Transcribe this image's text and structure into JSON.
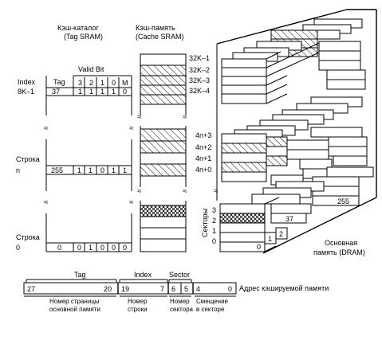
{
  "headers": {
    "tag_sram": [
      "Кэш-каталог",
      "(Tag SRAM)"
    ],
    "cache_sram": [
      "Кэш-память",
      "(Cache SRAM)"
    ],
    "valid_bit": "Valid Bit"
  },
  "tag_table": {
    "col_index": "Index",
    "col_tag": "Tag",
    "bit_headers": [
      "3",
      "2",
      "1",
      "0",
      "M"
    ],
    "rows": [
      {
        "label": "8K–1",
        "tag": "37",
        "bits": [
          "1",
          "1",
          "1",
          "1",
          "0"
        ]
      },
      {
        "label": "n",
        "side_label": "Строка",
        "tag": "255",
        "bits": [
          "1",
          "1",
          "0",
          "1",
          "1"
        ]
      },
      {
        "label": "0",
        "side_label": "Строка",
        "tag": "0",
        "bits": [
          "0",
          "1",
          "0",
          "0",
          "0"
        ]
      }
    ]
  },
  "cache_labels": [
    "32K–1",
    "32K–2",
    "32K–3",
    "32K–4",
    "4n+3",
    "4n+2",
    "4n+1",
    "4n+0"
  ],
  "dram": {
    "sectors_label": "Секторы",
    "sector_numbers": [
      "3",
      "2",
      "1",
      "0"
    ],
    "page_numbers": [
      "0",
      "1",
      "2",
      "37",
      "255"
    ],
    "caption": [
      "Основная",
      "память (DRAM)"
    ]
  },
  "address": {
    "title": "Адрес кэшируемой памяти",
    "groups": [
      "Tag",
      "Index",
      "Sector"
    ],
    "bit_marks": [
      "27",
      "20",
      "19",
      "7",
      "6",
      "5",
      "4",
      "0"
    ],
    "descriptions": [
      [
        "Номер страницы",
        "основной памяти"
      ],
      [
        "Номер",
        "строки"
      ],
      [
        "Номер",
        "сектора"
      ],
      [
        "Смещение",
        "в секторе"
      ]
    ]
  }
}
